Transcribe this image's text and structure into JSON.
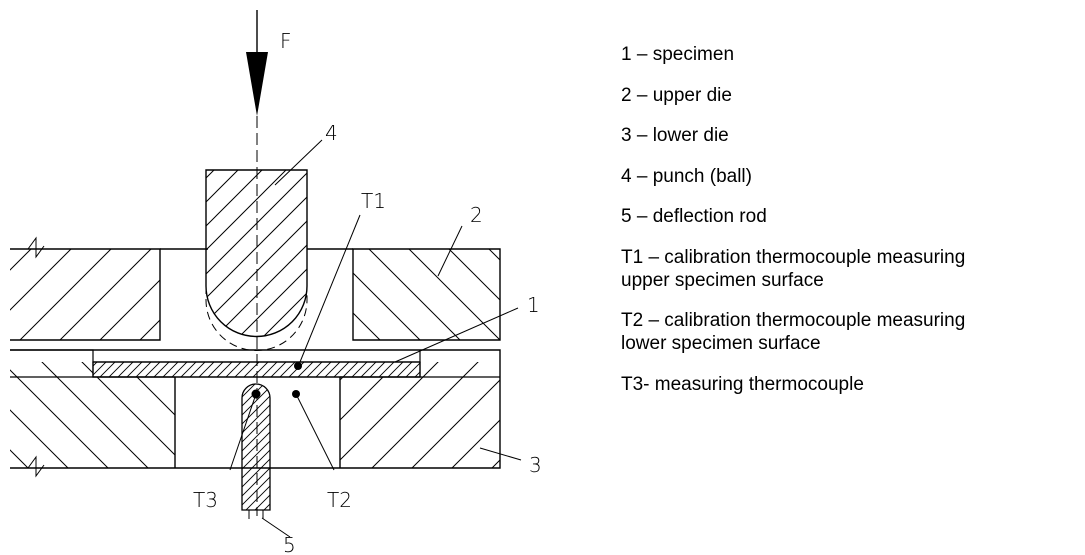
{
  "diagram": {
    "labels": {
      "force": "F",
      "part1": "1",
      "part2": "2",
      "part3": "3",
      "part4": "4",
      "part5": "5",
      "t1": "T1",
      "t2": "T2",
      "t3": "T3"
    }
  },
  "legend": {
    "items": [
      "1 – specimen",
      "2 – upper die",
      "3 – lower die",
      "4 – punch (ball)",
      "5 – deflection rod",
      "T1 – calibration thermocouple measuring\nupper specimen surface",
      "T2 – calibration thermocouple measuring\nlower specimen surface",
      "T3- measuring thermocouple"
    ]
  }
}
